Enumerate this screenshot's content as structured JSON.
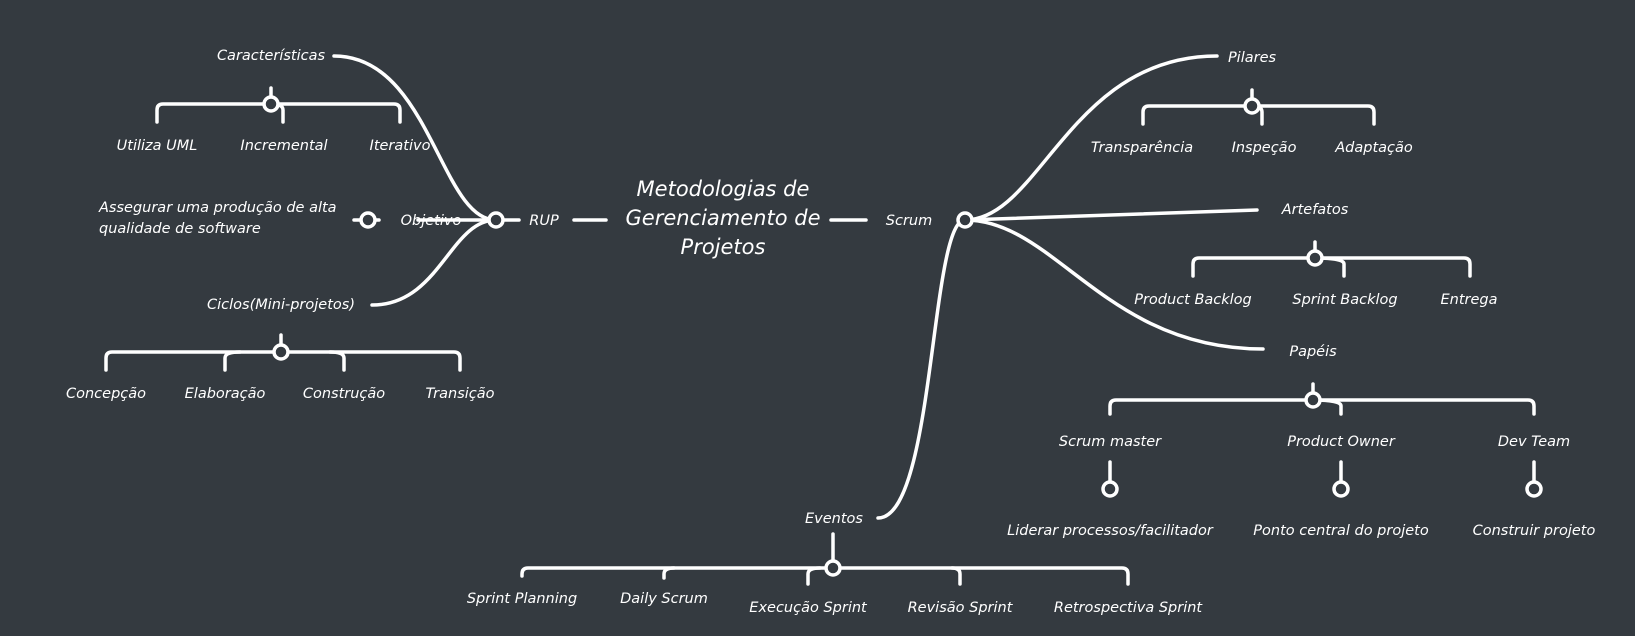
{
  "central": {
    "title_lines": [
      "Metodologias de",
      "Gerenciamento de",
      "Projetos"
    ]
  },
  "rup": {
    "label": "RUP",
    "caracteristicas": {
      "label": "Características",
      "items": [
        "Utiliza UML",
        "Incremental",
        "Iterativo"
      ]
    },
    "objetivo": {
      "label": "Objetivo",
      "text_lines": [
        "Assegurar uma produção de alta",
        "qualidade de software"
      ]
    },
    "ciclos": {
      "label": "Ciclos(Mini-projetos)",
      "items": [
        "Concepção",
        "Elaboração",
        "Construção",
        "Transição"
      ]
    }
  },
  "scrum": {
    "label": "Scrum",
    "pilares": {
      "label": "Pilares",
      "items": [
        "Transparência",
        "Inspeção",
        "Adaptação"
      ]
    },
    "artefatos": {
      "label": "Artefatos",
      "items": [
        "Product Backlog",
        "Sprint Backlog",
        "Entrega"
      ]
    },
    "papeis": {
      "label": "Papéis",
      "roles": [
        {
          "name": "Scrum master",
          "desc": "Liderar processos/facilitador"
        },
        {
          "name": "Product Owner",
          "desc": "Ponto central do projeto"
        },
        {
          "name": "Dev Team",
          "desc": "Construir projeto"
        }
      ]
    },
    "eventos": {
      "label": "Eventos",
      "items": [
        "Sprint Planning",
        "Daily Scrum",
        "Execução Sprint",
        "Revisão Sprint",
        "Retrospectiva Sprint"
      ]
    }
  }
}
